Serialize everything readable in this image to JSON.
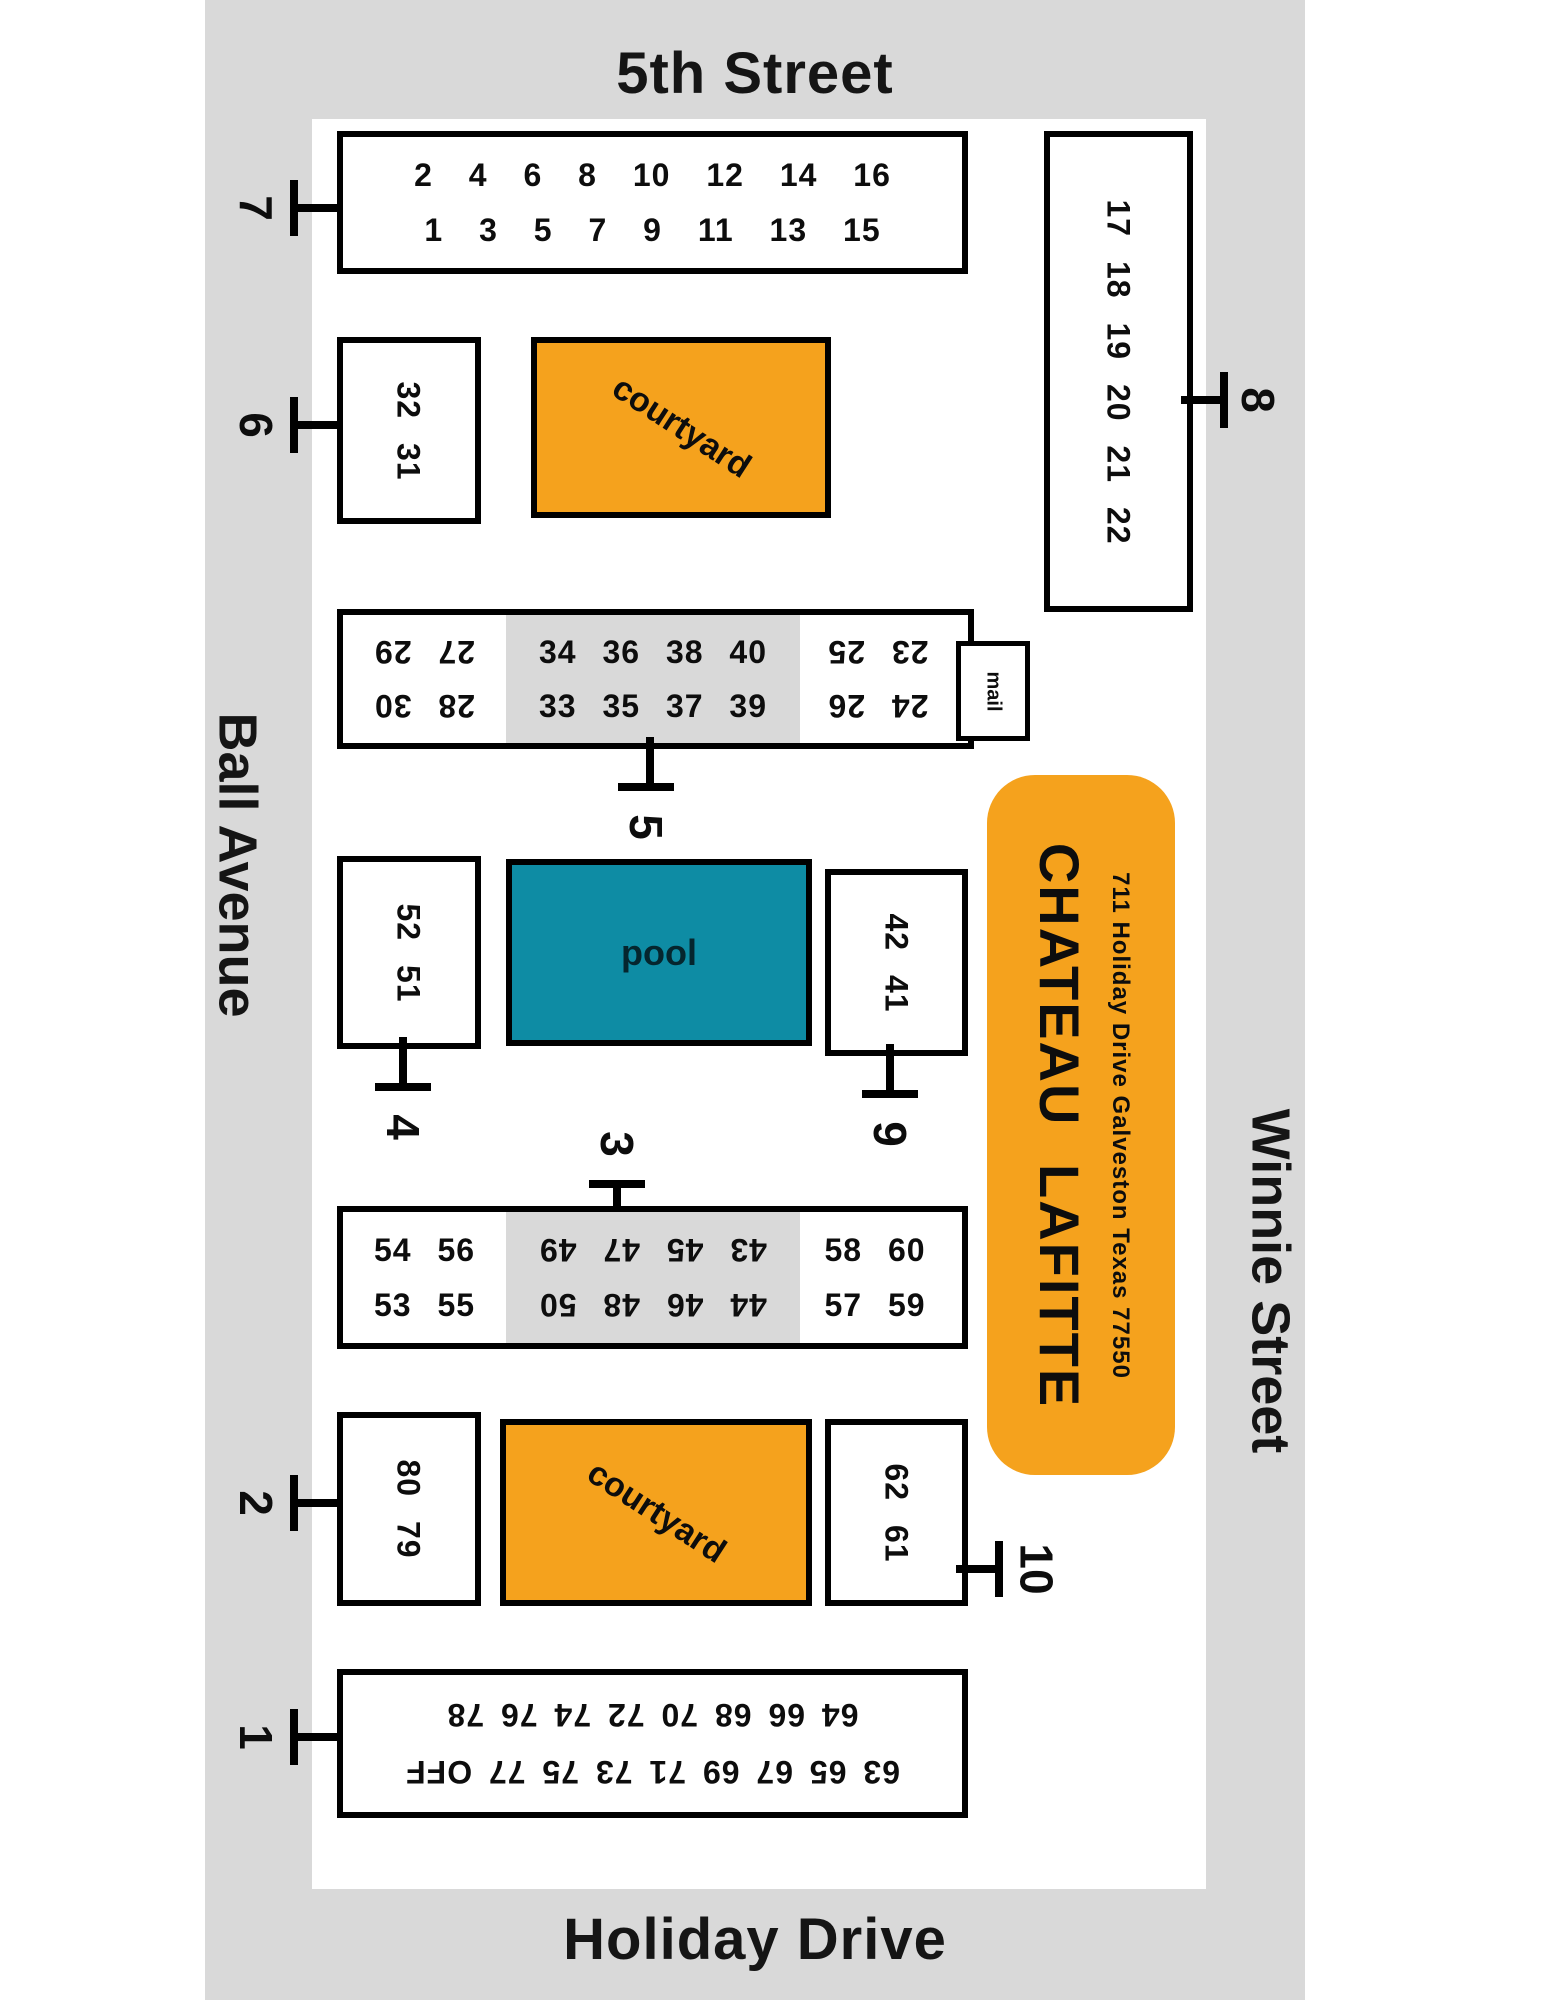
{
  "streets": {
    "top": "5th Street",
    "bottom": "Holiday Drive",
    "left": "Ball Avenue",
    "right": "Winnie Street"
  },
  "badge": {
    "title": "CHATEAU LAFITTE",
    "subtitle": "711 Holiday Drive Galveston Texas 77550"
  },
  "features": {
    "courtyard_top": "courtyard",
    "courtyard_bottom": "courtyard",
    "pool": "pool",
    "mail": "mail"
  },
  "buildings": {
    "b7": {
      "label": "7",
      "rows": [
        "2 4 6 8 10 12 14 16",
        "1 3 5 7 9 11 13 15"
      ]
    },
    "b8": {
      "label": "8",
      "units": "17 18 19 20 21 22"
    },
    "b6": {
      "label": "6",
      "units": "32 31"
    },
    "b5": {
      "label": "5",
      "left_rows": [
        "28 30",
        "27 29"
      ],
      "mid_rows": [
        "34 36 38 40",
        "33 35 37 39"
      ],
      "right_rows": [
        "24 26",
        "23 25"
      ]
    },
    "b4": {
      "label": "4",
      "units": "52 51"
    },
    "b9": {
      "label": "9",
      "units": "42 41"
    },
    "b3": {
      "label": "3",
      "left_rows": [
        "54 56",
        "53 55"
      ],
      "mid_rows": [
        "44 46 48 50",
        "43 45 47 49"
      ],
      "right_rows": [
        "58 60",
        "57 59"
      ]
    },
    "b2": {
      "label": "2",
      "units": "80 79"
    },
    "b10": {
      "label": "10",
      "units": "62 61"
    },
    "b1": {
      "label": "1",
      "rows": [
        "63 65 67 69 71 73 75 77 OFF",
        "64 66 68 70 72 74 76 78"
      ]
    }
  },
  "colors": {
    "street_band": "#d9d9d9",
    "courtyard": "#f5a21d",
    "pool": "#0e8ca4",
    "badge": "#f5a21d",
    "outline": "#000000"
  }
}
